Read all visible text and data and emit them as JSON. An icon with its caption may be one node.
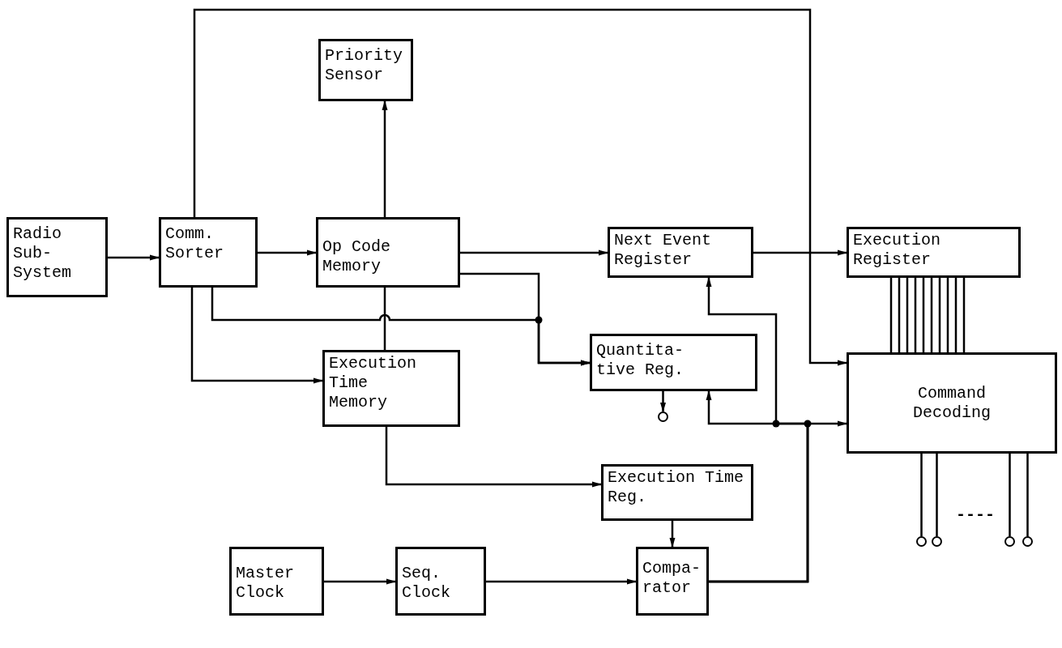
{
  "diagram": {
    "nodes": [
      {
        "text": [
          "Priority Sensor"
        ]
      },
      {
        "text": [
          "Radio Sub- System"
        ]
      },
      {
        "text": [
          "Comm. Sorter"
        ]
      },
      {
        "text": [
          "Op Code Memory"
        ]
      },
      {
        "text": [
          "Next Event Register"
        ]
      },
      {
        "text": [
          "Execution Register"
        ]
      },
      {
        "text": [
          "Execution Time Memory"
        ]
      },
      {
        "text": [
          "Quantita- tive Reg."
        ]
      },
      {
        "text": [
          "Command Decoding"
        ]
      },
      {
        "text": [
          "Execution Time Reg."
        ]
      },
      {
        "text": [
          "Master Clock"
        ]
      },
      {
        "text": [
          "Seq. Clock"
        ]
      },
      {
        "text": [
          "Compa- rator"
        ]
      },
      {
        "text": [],
        "shape": "circle"
      },
      {
        "text": [],
        "shape": "circle"
      },
      {
        "text": [],
        "shape": "circle"
      },
      {
        "text": [],
        "shape": "circle"
      },
      {
        "text": [],
        "shape": "circle"
      }
    ],
    "edges": [
      {
        "from": 1,
        "to": 2,
        "arrow": "to"
      },
      {
        "from": 2,
        "to": 3,
        "arrow": "to"
      },
      {
        "from": 2,
        "to": 8,
        "arrow": "to"
      },
      {
        "from": 3,
        "to": 0,
        "arrow": "to"
      },
      {
        "from": 3,
        "to": 4,
        "arrow": "to"
      },
      {
        "from": 4,
        "to": 5,
        "arrow": "to"
      },
      {
        "from": 5,
        "to": 8,
        "arrow": "none"
      },
      {
        "from": 3,
        "to": 7,
        "arrow": "to"
      },
      {
        "from": 2,
        "to": 7,
        "arrow": "to"
      },
      {
        "from": 6,
        "to": 3,
        "arrow": "none"
      },
      {
        "from": 2,
        "to": 6,
        "arrow": "to"
      },
      {
        "from": 7,
        "to": 13,
        "arrow": "to"
      },
      {
        "from": 12,
        "to": 8,
        "arrow": "to"
      },
      {
        "from": 12,
        "to": 4,
        "arrow": "to"
      },
      {
        "from": 12,
        "to": 7,
        "arrow": "to"
      },
      {
        "from": 6,
        "to": 9,
        "arrow": "to"
      },
      {
        "from": 9,
        "to": 12,
        "arrow": "to"
      },
      {
        "from": 10,
        "to": 11,
        "arrow": "to"
      },
      {
        "from": 11,
        "to": 12,
        "arrow": "to"
      },
      {
        "from": 8,
        "to": 14,
        "arrow": "none"
      },
      {
        "from": 8,
        "to": 15,
        "arrow": "none"
      },
      {
        "from": 8,
        "to": 16,
        "arrow": "none"
      },
      {
        "from": 8,
        "to": 17,
        "arrow": "none"
      }
    ],
    "labels": [
      "----"
    ]
  }
}
